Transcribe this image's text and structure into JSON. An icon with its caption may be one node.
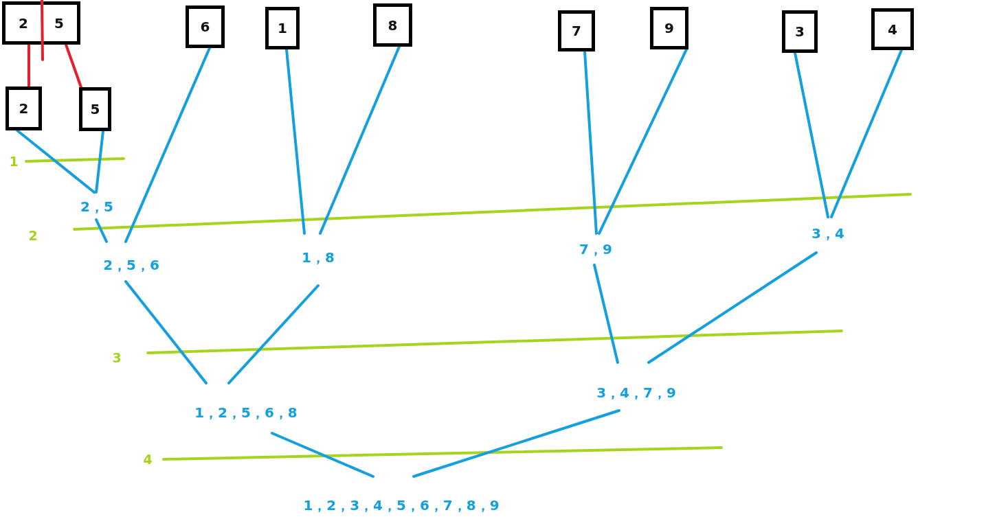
{
  "diagram": {
    "nodes": [
      {
        "text": [
          "2",
          "5"
        ]
      },
      {
        "text": [
          "6"
        ]
      },
      {
        "text": [
          "1"
        ]
      },
      {
        "text": [
          "8"
        ]
      },
      {
        "text": [
          "7"
        ]
      },
      {
        "text": [
          "9"
        ]
      },
      {
        "text": [
          "3"
        ]
      },
      {
        "text": [
          "4"
        ]
      },
      {
        "text": [
          "2"
        ]
      },
      {
        "text": [
          "5"
        ]
      },
      {
        "text": [
          "2，5"
        ]
      },
      {
        "text": [
          "2，5，6"
        ]
      },
      {
        "text": [
          "1，8"
        ]
      },
      {
        "text": [
          "7，9"
        ]
      },
      {
        "text": [
          "3，4"
        ]
      },
      {
        "text": [
          "1，2，5，6，8"
        ]
      },
      {
        "text": [
          "3，4，7，9"
        ]
      },
      {
        "text": [
          "1，2，3，4，5，6，7，8，9"
        ]
      }
    ],
    "edges": [
      {
        "from": 0,
        "to": 8,
        "arrow": "none",
        "color": "#e3202c"
      },
      {
        "from": 0,
        "to": 9,
        "arrow": "none",
        "color": "#e3202c"
      },
      {
        "from": 8,
        "to": 10,
        "arrow": "none"
      },
      {
        "from": 9,
        "to": 10,
        "arrow": "none"
      },
      {
        "from": 10,
        "to": 11,
        "arrow": "none"
      },
      {
        "from": 1,
        "to": 11,
        "arrow": "none"
      },
      {
        "from": 2,
        "to": 12,
        "arrow": "none"
      },
      {
        "from": 3,
        "to": 12,
        "arrow": "none"
      },
      {
        "from": 4,
        "to": 13,
        "arrow": "none"
      },
      {
        "from": 5,
        "to": 13,
        "arrow": "none"
      },
      {
        "from": 6,
        "to": 14,
        "arrow": "none"
      },
      {
        "from": 7,
        "to": 14,
        "arrow": "none"
      },
      {
        "from": 11,
        "to": 15,
        "arrow": "none"
      },
      {
        "from": 12,
        "to": 15,
        "arrow": "none"
      },
      {
        "from": 13,
        "to": 16,
        "arrow": "none"
      },
      {
        "from": 14,
        "to": 16,
        "arrow": "none"
      },
      {
        "from": 15,
        "to": 17,
        "arrow": "none"
      },
      {
        "from": 16,
        "to": 17,
        "arrow": "none"
      }
    ],
    "labels": [
      "1",
      "2",
      "3",
      "4"
    ]
  }
}
